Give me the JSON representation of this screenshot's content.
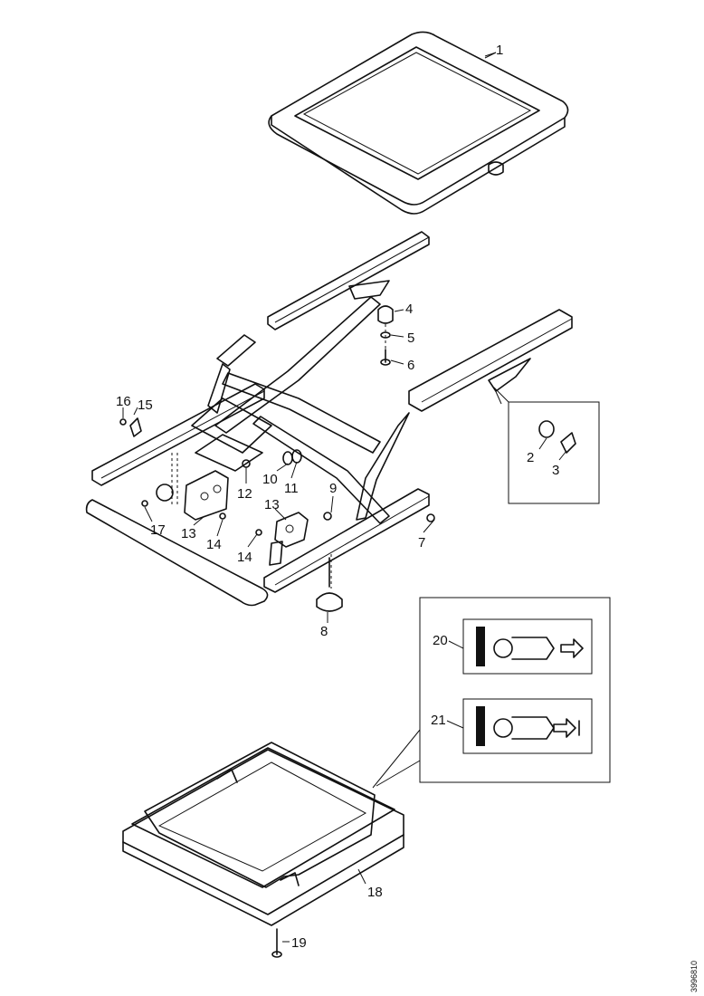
{
  "callouts": {
    "c1": "1",
    "c2": "2",
    "c3": "3",
    "c4": "4",
    "c5": "5",
    "c6": "6",
    "c7": "7",
    "c8": "8",
    "c9": "9",
    "c10": "10",
    "c11": "11",
    "c12": "12",
    "c13a": "13",
    "c13b": "13",
    "c14a": "14",
    "c14b": "14",
    "c15": "15",
    "c16": "16",
    "c17": "17",
    "c18": "18",
    "c19": "19",
    "c20": "20",
    "c21": "21"
  },
  "document_number": "3996810"
}
